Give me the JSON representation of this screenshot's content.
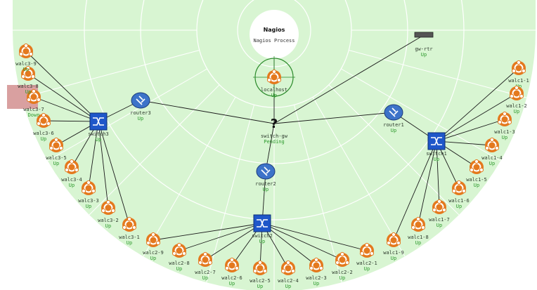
{
  "colors": {
    "background_fill": "#d8f5d2",
    "ring_line": "#ffffff",
    "edge": "#1a1a1a",
    "status_up": "#2c9a2c",
    "status_down": "#d3262a",
    "down_highlight": "#d9a0a0",
    "ubuntu_orange": "#e4791e",
    "switch_blue": "#1f57c9",
    "router_blue": "#3d73c9"
  },
  "center": {
    "title": "Nagios",
    "subtitle": "Nagios Process"
  },
  "nodes": [
    {
      "id": "localhost",
      "name": "localhost",
      "status": "Up",
      "type": "host"
    },
    {
      "id": "switchgw",
      "name": "switch-gw",
      "status": "Pending",
      "type": "unknown"
    },
    {
      "id": "gwrtr",
      "name": "gw-rtr",
      "status": "Up",
      "type": "gateway"
    },
    {
      "id": "router1",
      "name": "router1",
      "status": "Up",
      "type": "router"
    },
    {
      "id": "router2",
      "name": "router2",
      "status": "Up",
      "type": "router"
    },
    {
      "id": "router3",
      "name": "router3",
      "status": "Up",
      "type": "router"
    },
    {
      "id": "switch1",
      "name": "switch1",
      "status": "Up",
      "type": "switch"
    },
    {
      "id": "switch2",
      "name": "switch2",
      "status": "Up",
      "type": "switch"
    },
    {
      "id": "switch3",
      "name": "switch3",
      "status": "Up",
      "type": "switch"
    },
    {
      "id": "walc1-1",
      "name": "walc1-1",
      "status": "Up",
      "type": "host"
    },
    {
      "id": "walc1-2",
      "name": "walc1-2",
      "status": "Up",
      "type": "host"
    },
    {
      "id": "walc1-3",
      "name": "walc1-3",
      "status": "Up",
      "type": "host"
    },
    {
      "id": "walc1-4",
      "name": "walc1-4",
      "status": "Up",
      "type": "host"
    },
    {
      "id": "walc1-5",
      "name": "walc1-5",
      "status": "Up",
      "type": "host"
    },
    {
      "id": "walc1-6",
      "name": "walc1-6",
      "status": "Up",
      "type": "host"
    },
    {
      "id": "walc1-7",
      "name": "walc1-7",
      "status": "Up",
      "type": "host"
    },
    {
      "id": "walc1-8",
      "name": "walc1-8",
      "status": "Up",
      "type": "host"
    },
    {
      "id": "walc1-9",
      "name": "walc1-9",
      "status": "Up",
      "type": "host"
    },
    {
      "id": "walc2-1",
      "name": "walc2-1",
      "status": "Up",
      "type": "host"
    },
    {
      "id": "walc2-2",
      "name": "walc2-2",
      "status": "Up",
      "type": "host"
    },
    {
      "id": "walc2-3",
      "name": "walc2-3",
      "status": "Up",
      "type": "host"
    },
    {
      "id": "walc2-4",
      "name": "walc2-4",
      "status": "Up",
      "type": "host"
    },
    {
      "id": "walc2-5",
      "name": "walc2-5",
      "status": "Up",
      "type": "host"
    },
    {
      "id": "walc2-6",
      "name": "walc2-6",
      "status": "Up",
      "type": "host"
    },
    {
      "id": "walc2-7",
      "name": "walc2-7",
      "status": "Up",
      "type": "host"
    },
    {
      "id": "walc2-8",
      "name": "walc2-8",
      "status": "Up",
      "type": "host"
    },
    {
      "id": "walc2-9",
      "name": "walc2-9",
      "status": "Up",
      "type": "host"
    },
    {
      "id": "walc3-1",
      "name": "walc3-1",
      "status": "Up",
      "type": "host"
    },
    {
      "id": "walc3-2",
      "name": "walc3-2",
      "status": "Up",
      "type": "host"
    },
    {
      "id": "walc3-3",
      "name": "walc3-3",
      "status": "Up",
      "type": "host"
    },
    {
      "id": "walc3-4",
      "name": "walc3-4",
      "status": "Up",
      "type": "host"
    },
    {
      "id": "walc3-5",
      "name": "walc3-5",
      "status": "Up",
      "type": "host"
    },
    {
      "id": "walc3-6",
      "name": "walc3-6",
      "status": "Up",
      "type": "host"
    },
    {
      "id": "walc3-7",
      "name": "walc3-7",
      "status": "Down",
      "type": "host"
    },
    {
      "id": "walc3-8",
      "name": "walc3-8",
      "status": "Up",
      "type": "host"
    },
    {
      "id": "walc3-9",
      "name": "walc3-9",
      "status": "Up",
      "type": "host"
    }
  ],
  "edges": [
    [
      "center",
      "localhost"
    ],
    [
      "localhost",
      "switchgw"
    ],
    [
      "switchgw",
      "gwrtr"
    ],
    [
      "switchgw",
      "router1"
    ],
    [
      "switchgw",
      "router2"
    ],
    [
      "switchgw",
      "router3"
    ],
    [
      "router1",
      "switch1"
    ],
    [
      "router2",
      "switch2"
    ],
    [
      "router3",
      "switch3"
    ],
    [
      "switch1",
      "walc1-1"
    ],
    [
      "switch1",
      "walc1-2"
    ],
    [
      "switch1",
      "walc1-3"
    ],
    [
      "switch1",
      "walc1-4"
    ],
    [
      "switch1",
      "walc1-5"
    ],
    [
      "switch1",
      "walc1-6"
    ],
    [
      "switch1",
      "walc1-7"
    ],
    [
      "switch1",
      "walc1-8"
    ],
    [
      "switch1",
      "walc1-9"
    ],
    [
      "switch2",
      "walc2-1"
    ],
    [
      "switch2",
      "walc2-2"
    ],
    [
      "switch2",
      "walc2-3"
    ],
    [
      "switch2",
      "walc2-4"
    ],
    [
      "switch2",
      "walc2-5"
    ],
    [
      "switch2",
      "walc2-6"
    ],
    [
      "switch2",
      "walc2-7"
    ],
    [
      "switch2",
      "walc2-8"
    ],
    [
      "switch2",
      "walc2-9"
    ],
    [
      "switch3",
      "walc3-1"
    ],
    [
      "switch3",
      "walc3-2"
    ],
    [
      "switch3",
      "walc3-3"
    ],
    [
      "switch3",
      "walc3-4"
    ],
    [
      "switch3",
      "walc3-5"
    ],
    [
      "switch3",
      "walc3-6"
    ],
    [
      "switch3",
      "walc3-7"
    ],
    [
      "switch3",
      "walc3-8"
    ],
    [
      "switch3",
      "walc3-9"
    ]
  ]
}
